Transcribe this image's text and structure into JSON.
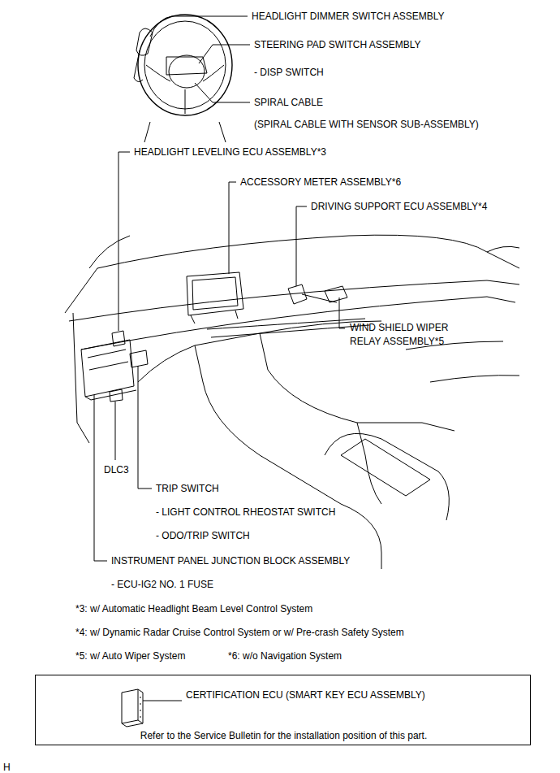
{
  "diagram": {
    "nodes": [
      {
        "text": [
          "CERTIFICATION ECU (SMART KEY ECU ASSEMBLY)",
          "Refer to the Service Bulletin for the installation position of this part."
        ]
      }
    ],
    "labels": [
      "HEADLIGHT DIMMER SWITCH ASSEMBLY",
      "STEERING PAD SWITCH ASSEMBLY",
      "- DISP SWITCH",
      "SPIRAL CABLE",
      "(SPIRAL CABLE WITH SENSOR SUB-ASSEMBLY)",
      "HEADLIGHT LEVELING ECU ASSEMBLY*3",
      "ACCESSORY METER ASSEMBLY*6",
      "DRIVING SUPPORT ECU ASSEMBLY*4",
      "WIND SHIELD WIPER RELAY ASSEMBLY*5",
      "DLC3",
      "TRIP SWITCH",
      "- LIGHT CONTROL RHEOSTAT SWITCH",
      "- ODO/TRIP SWITCH",
      "INSTRUMENT PANEL JUNCTION BLOCK ASSEMBLY",
      "- ECU-IG2 NO. 1 FUSE",
      "*3: w/ Automatic Headlight Beam Level Control System",
      "*4: w/ Dynamic Radar Cruise Control System or w/ Pre-crash Safety System",
      "*5: w/ Auto Wiper System",
      "*6: w/o Navigation System",
      "H"
    ]
  }
}
